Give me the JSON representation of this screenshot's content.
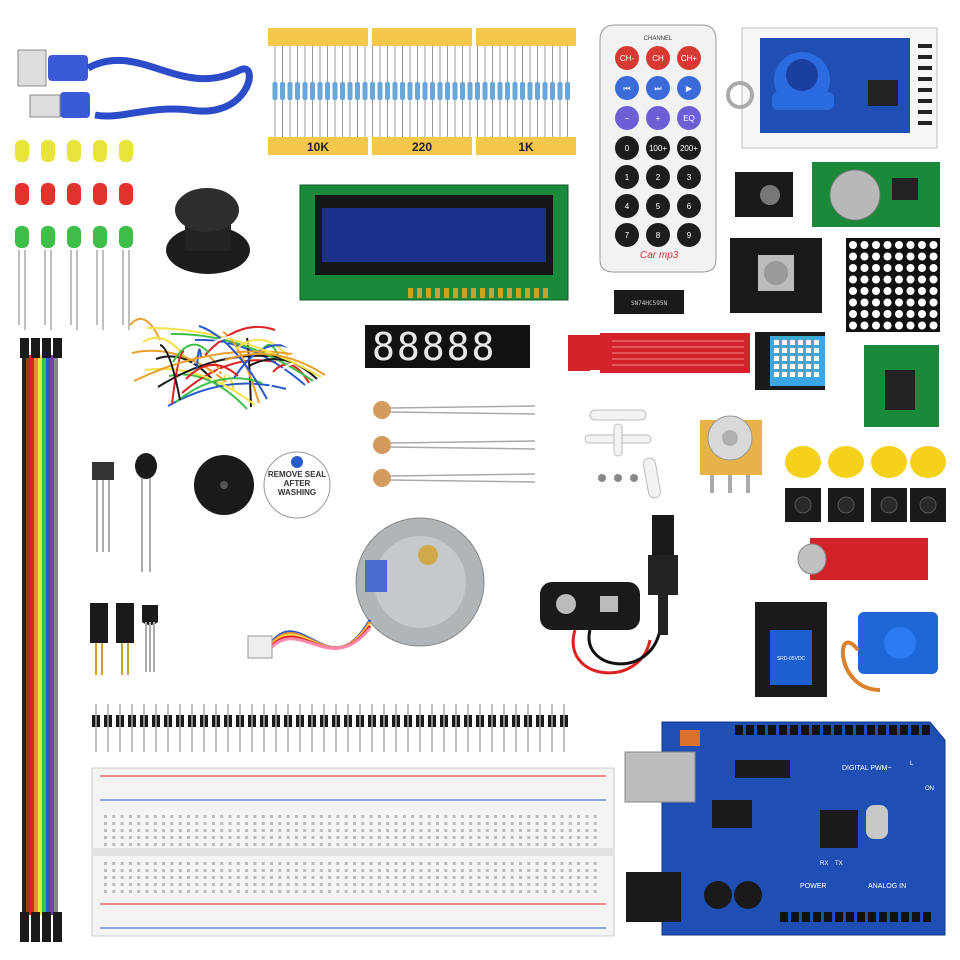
{
  "resistor_labels": [
    "10K",
    "220",
    "1K"
  ],
  "remote": {
    "top_label": "CHANNEL",
    "row1": [
      "CH-",
      "CH",
      "CH+"
    ],
    "row2": [
      "⏮",
      "⏭",
      "▶"
    ],
    "row3": [
      "−",
      "+",
      "EQ"
    ],
    "digits": [
      "0",
      "100+",
      "200+",
      "1",
      "2",
      "3",
      "4",
      "5",
      "6",
      "7",
      "8",
      "9"
    ],
    "brand": "Car mp3"
  },
  "seven_segment_text": "88888",
  "buzzer_sticker": "REMOVE SEAL AFTER WASHING",
  "chip_text": "SN74HC595N",
  "relay_text": "SRD-05VDC",
  "arduino": {
    "label_digital": "DIGITAL PWM~",
    "label_power": "POWER",
    "label_analog": "ANALOG IN",
    "label_tx": "TX",
    "label_rx": "RX",
    "label_l": "L",
    "label_on": "ON"
  },
  "colors": {
    "blue_board": "#1f4fb4",
    "green_board": "#1a8a3a",
    "red_board": "#d2232a",
    "black": "#1a1a1a",
    "lcd_blue": "#1c2f8a",
    "yellow_cap": "#f5d21a"
  }
}
